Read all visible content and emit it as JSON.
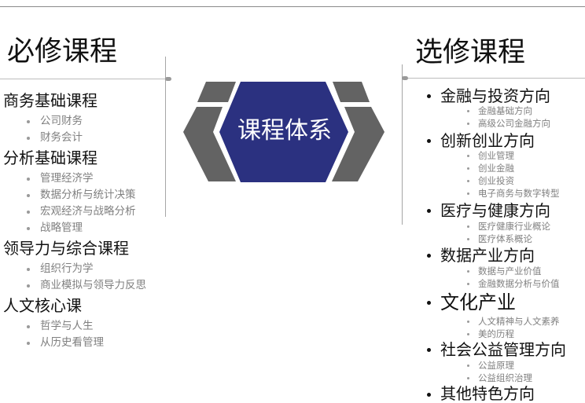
{
  "left": {
    "title": "必修课程",
    "groups": [
      {
        "label": "商务基础课程",
        "items": [
          "公司财务",
          "财务会计"
        ]
      },
      {
        "label": "分析基础课程",
        "items": [
          "管理经济学",
          "数据分析与统计决策",
          "宏观经济与战略分析",
          "战略管理"
        ]
      },
      {
        "label": "领导力与综合课程",
        "items": [
          "组织行为学",
          "商业模拟与领导力反思"
        ]
      },
      {
        "label": "人文核心课",
        "items": [
          "哲学与人生",
          "从历史看管理"
        ]
      }
    ]
  },
  "center": {
    "label": "课程体系",
    "colors": {
      "hexagon": "#2b3180",
      "chevrons": "#636363"
    }
  },
  "right": {
    "title": "选修课程",
    "groups": [
      {
        "label": "金融与投资方向",
        "items": [
          "金融基础方向",
          "高级公司金融方向"
        ]
      },
      {
        "label": "创新创业方向",
        "items": [
          "创业管理",
          "创业金融",
          "创业投资",
          "电子商务与数字转型"
        ]
      },
      {
        "label": "医疗与健康方向",
        "items": [
          "医疗健康行业概论",
          "医疗体系概论"
        ]
      },
      {
        "label": "数据产业方向",
        "items": [
          "数据与产业价值",
          "金融数据分析与价值"
        ]
      },
      {
        "label": "文化产业",
        "items": [
          "人文精神与人文素养",
          "美的历程"
        ]
      },
      {
        "label": "社会公益管理方向",
        "items": [
          "公益原理",
          "公益组织治理"
        ]
      },
      {
        "label": "其他特色方向",
        "items": []
      }
    ]
  }
}
